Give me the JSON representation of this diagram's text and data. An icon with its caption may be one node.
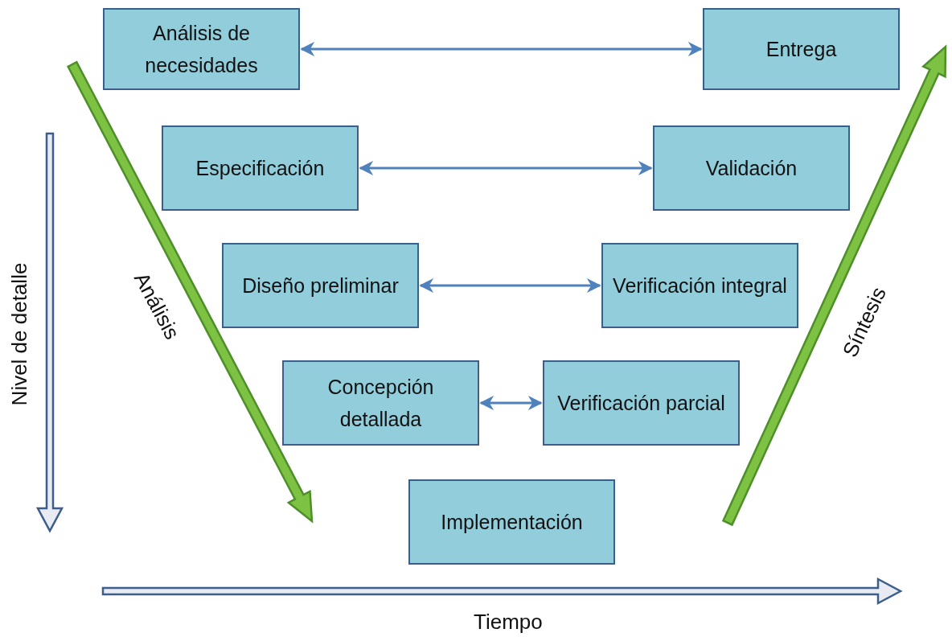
{
  "diagram": {
    "nodes": [
      {
        "text": [
          "Análisis de necesidades"
        ]
      },
      {
        "text": [
          "Entrega"
        ]
      },
      {
        "text": [
          "Especificación"
        ]
      },
      {
        "text": [
          "Validación"
        ]
      },
      {
        "text": [
          "Diseño preliminar"
        ]
      },
      {
        "text": [
          "Verificación integral"
        ]
      },
      {
        "text": [
          "Concepción detallada"
        ]
      },
      {
        "text": [
          "Verificación parcial"
        ]
      },
      {
        "text": [
          "Implementación"
        ]
      }
    ],
    "edges": [
      {
        "from": 0,
        "to": 1,
        "arrow": "both"
      },
      {
        "from": 2,
        "to": 3,
        "arrow": "both"
      },
      {
        "from": 4,
        "to": 5,
        "arrow": "both"
      },
      {
        "from": 6,
        "to": 7,
        "arrow": "both"
      }
    ],
    "labels": [
      "Nivel de detalle",
      "Análisis",
      "Síntesis",
      "Tiempo"
    ]
  }
}
